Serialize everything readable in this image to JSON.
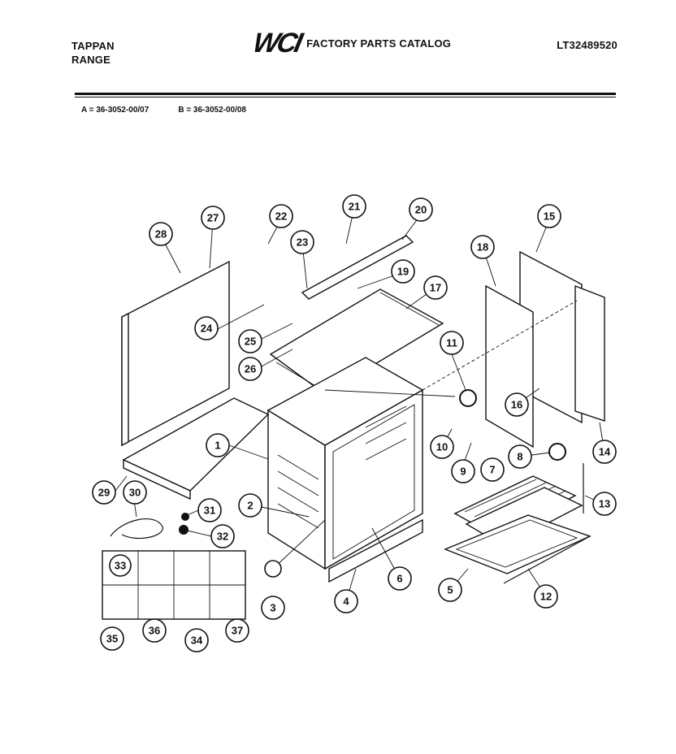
{
  "header": {
    "brand_line1": "TAPPAN",
    "brand_line2": "RANGE",
    "logo_text": "WCI",
    "catalog_title": "FACTORY PARTS CATALOG",
    "model_number": "LT32489520"
  },
  "variants": {
    "a": "A = 36-3052-00/07",
    "b": "B = 36-3052-00/08"
  },
  "callouts": [
    "1",
    "2",
    "3",
    "4",
    "5",
    "6",
    "7",
    "8",
    "9",
    "10",
    "11",
    "12",
    "13",
    "14",
    "15",
    "16",
    "17",
    "18",
    "19",
    "20",
    "21",
    "22",
    "23",
    "24",
    "25",
    "26",
    "27",
    "28",
    "29",
    "30",
    "31",
    "32",
    "33",
    "34",
    "35",
    "36",
    "37"
  ]
}
